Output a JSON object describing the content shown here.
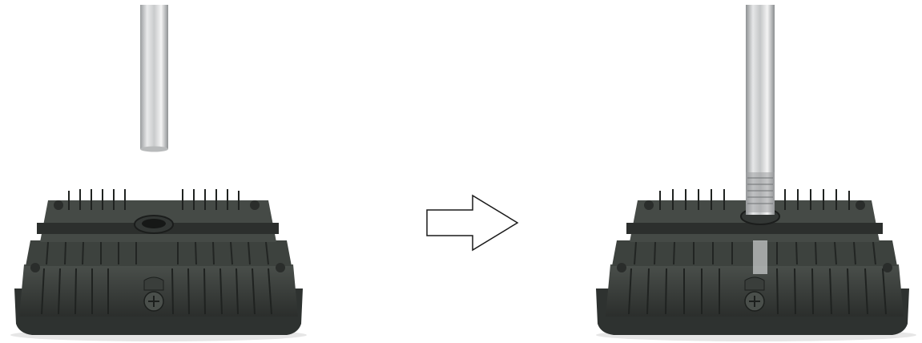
{
  "figure": {
    "panels": [
      {
        "state": "before",
        "pole": "separated",
        "housing": "fixture-base"
      },
      {
        "state": "after",
        "pole": "inserted",
        "housing": "fixture-base"
      }
    ],
    "transition_icon": "right-arrow-icon",
    "colors": {
      "background": "#ffffff",
      "housing": "#3a3e3b",
      "housing_dark": "#1f2220",
      "housing_light": "#5b605c",
      "pole_light": "#f2f2f2",
      "pole_mid": "#c6c8c9",
      "pole_dark": "#8e9193",
      "arrow_stroke": "#1a1a1a"
    }
  }
}
